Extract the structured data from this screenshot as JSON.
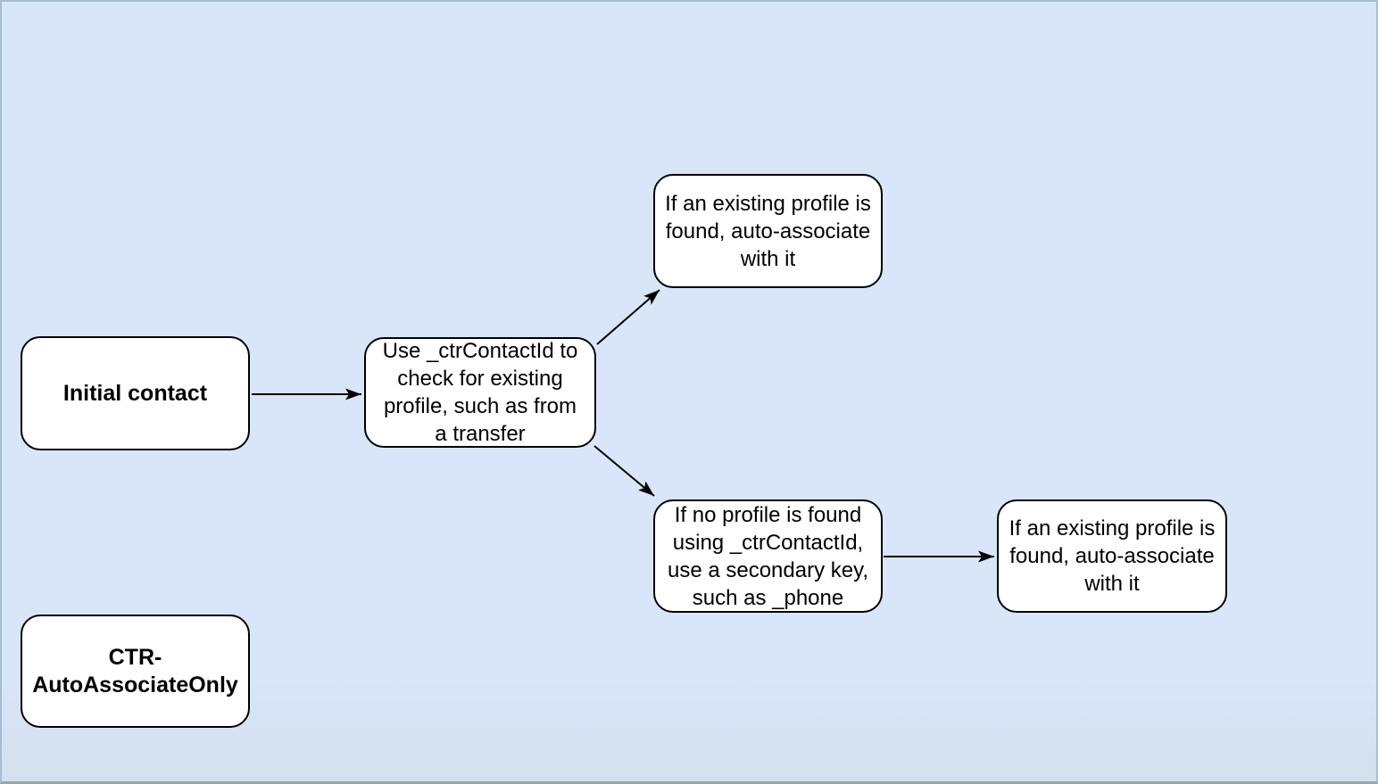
{
  "page": {
    "background_color": "#d9e6fa",
    "border_top_color": "#a7bbd2",
    "border_bottom_color": "#94a9a6"
  },
  "diagram": {
    "node_fill": "#ffffff",
    "node_border_color": "#000000",
    "arrow_color": "#000000",
    "nodes": [
      {
        "id": "initial-contact",
        "label": "Initial contact"
      },
      {
        "id": "use-ctrcontactid-check",
        "label": "Use _ctrContactId to\ncheck for existing\nprofile, such as from\na transfer"
      },
      {
        "id": "existing-profile-auto-associate-top",
        "label": "If an existing profile is\nfound, auto-associate\nwith it"
      },
      {
        "id": "no-profile-secondary-key",
        "label": "If no profile is found\nusing _ctrContactId,\nuse a secondary key,\nsuch as _phone"
      },
      {
        "id": "existing-profile-auto-associate-right",
        "label": "If an existing profile is\nfound, auto-associate\nwith it"
      },
      {
        "id": "ctr-auto-associate-only",
        "label": "CTR-\nAutoAssociateOnly"
      }
    ],
    "edges": [
      {
        "from": "initial-contact",
        "to": "use-ctrcontactid-check"
      },
      {
        "from": "use-ctrcontactid-check",
        "to": "existing-profile-auto-associate-top"
      },
      {
        "from": "use-ctrcontactid-check",
        "to": "no-profile-secondary-key"
      },
      {
        "from": "no-profile-secondary-key",
        "to": "existing-profile-auto-associate-right"
      }
    ]
  }
}
